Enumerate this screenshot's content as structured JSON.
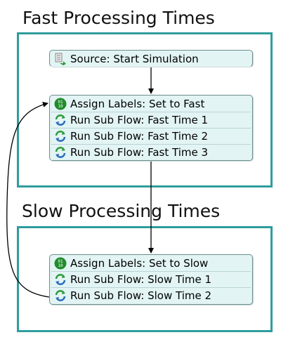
{
  "groups": [
    {
      "title": "Fast Processing Times"
    },
    {
      "title": "Slow Processing Times"
    }
  ],
  "source": {
    "label": "Source: Start Simulation",
    "icon": "source-icon"
  },
  "fast_block": {
    "activities": [
      {
        "label": "Assign Labels: Set to Fast",
        "icon": "assign-labels-icon"
      },
      {
        "label": "Run Sub Flow: Fast Time 1",
        "icon": "run-sub-flow-icon"
      },
      {
        "label": "Run Sub Flow: Fast Time 2",
        "icon": "run-sub-flow-icon"
      },
      {
        "label": "Run Sub Flow: Fast Time 3",
        "icon": "run-sub-flow-icon"
      }
    ]
  },
  "slow_block": {
    "activities": [
      {
        "label": "Assign Labels: Set to Slow",
        "icon": "assign-labels-icon"
      },
      {
        "label": "Run Sub Flow: Slow Time 1",
        "icon": "run-sub-flow-icon"
      },
      {
        "label": "Run Sub Flow: Slow Time 2",
        "icon": "run-sub-flow-icon"
      }
    ]
  },
  "colors": {
    "group_border": "#2f9d9d",
    "activity_fill": "#e3f4f4",
    "assign_icon": "#1e8c2a",
    "sub_flow_icon_green": "#2e9b3a",
    "sub_flow_icon_blue": "#2a6fc0"
  }
}
